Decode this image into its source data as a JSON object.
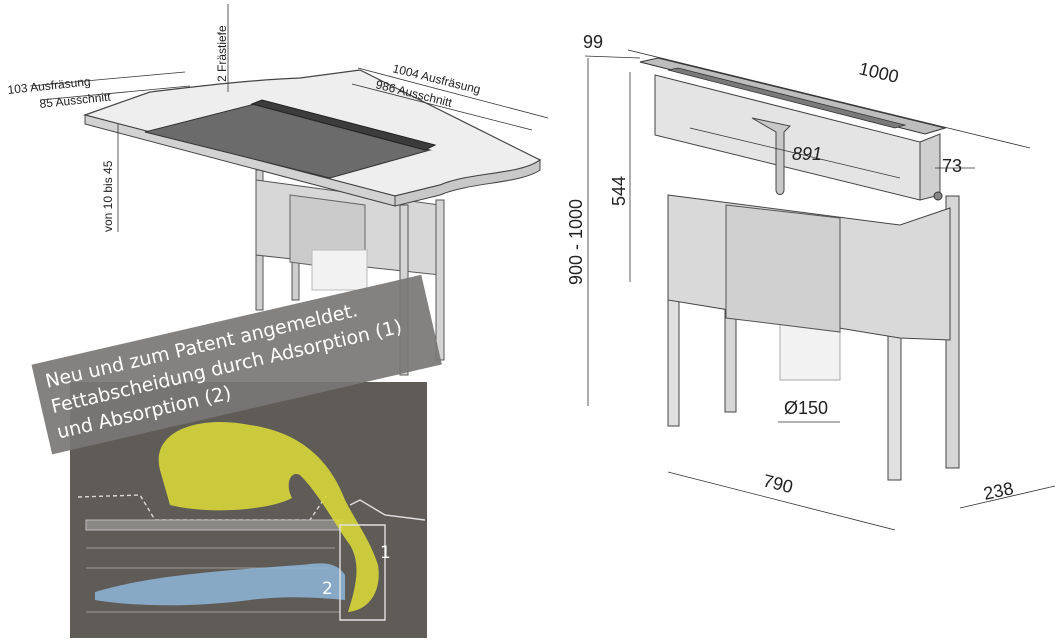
{
  "colors": {
    "background": "#ffffff",
    "line": "#333333",
    "metal_light": "#e4e4e4",
    "metal_mid": "#cfcfcf",
    "metal_dark": "#9a9a9a",
    "glass": "#6b6b6b",
    "inset_bg": "#5f5c57",
    "banner_bg": "#7a7775",
    "grease_yellow": "#d7d63a",
    "airflow_blue": "#8fb6d9"
  },
  "left_view": {
    "dims": {
      "ausfraesung_small": "103 Ausfräsung",
      "ausschnitt_small": "85 Ausschnitt",
      "fraestiefe": "2 Frästiefe",
      "ausfraesung_large": "1004 Ausfräsung",
      "ausschnitt_large": "986 Ausschnitt",
      "height_range": "von 10 bis 45"
    }
  },
  "right_view": {
    "dims": {
      "depth_top": "99",
      "width_total": "1000",
      "inner_width": "891",
      "small_right": "73",
      "unit_height": "544",
      "total_height": "900 - 1000",
      "duct_diameter": "Ø150",
      "leg_width": "790",
      "leg_depth": "238"
    }
  },
  "banner": {
    "lines": [
      "Neu und zum Patent angemeldet.",
      "Fettabscheidung durch Adsorption (1)",
      "und Absorption (2)"
    ]
  },
  "inset": {
    "label_1": "1",
    "label_2": "2"
  }
}
